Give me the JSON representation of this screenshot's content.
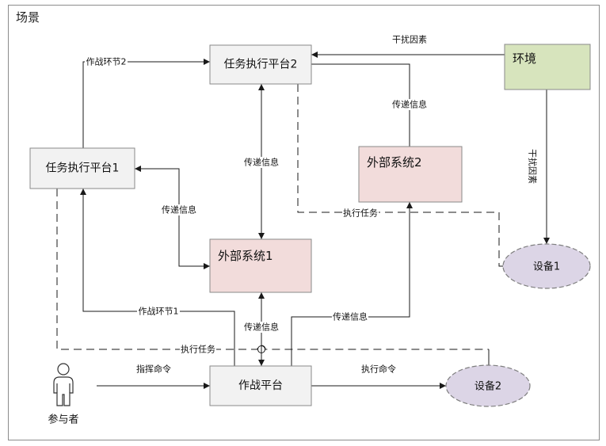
{
  "scene": {
    "title": "场景"
  },
  "nodes": {
    "task_platform_2": {
      "label": "任务执行平台2"
    },
    "environment": {
      "label": "环境"
    },
    "task_platform_1": {
      "label": "任务执行平台1"
    },
    "external_system_2": {
      "label": "外部系统2"
    },
    "external_system_1": {
      "label": "外部系统1"
    },
    "combat_platform": {
      "label": "作战平台"
    },
    "device_1": {
      "label": "设备1"
    },
    "device_2": {
      "label": "设备2"
    },
    "participant": {
      "label": "参与者",
      "icon": "person-icon"
    }
  },
  "edges": {
    "environment_to_task_platform_2": {
      "label": "干扰因素"
    },
    "environment_to_device_1": {
      "label": "干扰因素"
    },
    "task_platform_1_to_task_platform_2": {
      "label": "作战环节2"
    },
    "task_platform_2_external_system_1": {
      "label": "传递信息"
    },
    "task_platform_2_external_system_2": {
      "label": "传递信息"
    },
    "task_platform_1_external_system_1": {
      "label": "传递信息"
    },
    "task_platform_2_to_device_1": {
      "label": "执行任务"
    },
    "combat_platform_to_task_platform_1": {
      "label": "作战环节1"
    },
    "combat_platform_external_system_1": {
      "label": "传递信息"
    },
    "combat_platform_to_external_system_2": {
      "label": "传递信息"
    },
    "task_platform_1_to_device_2": {
      "label": "执行任务"
    },
    "participant_to_combat_platform": {
      "label": "指挥命令"
    },
    "combat_platform_to_device_2": {
      "label": "执行命令"
    }
  },
  "colors": {
    "platform_fill": "#f2f2f2",
    "external_system_fill": "#f2dcdb",
    "environment_fill": "#d7e4bd",
    "device_fill": "#dcd5e6"
  }
}
